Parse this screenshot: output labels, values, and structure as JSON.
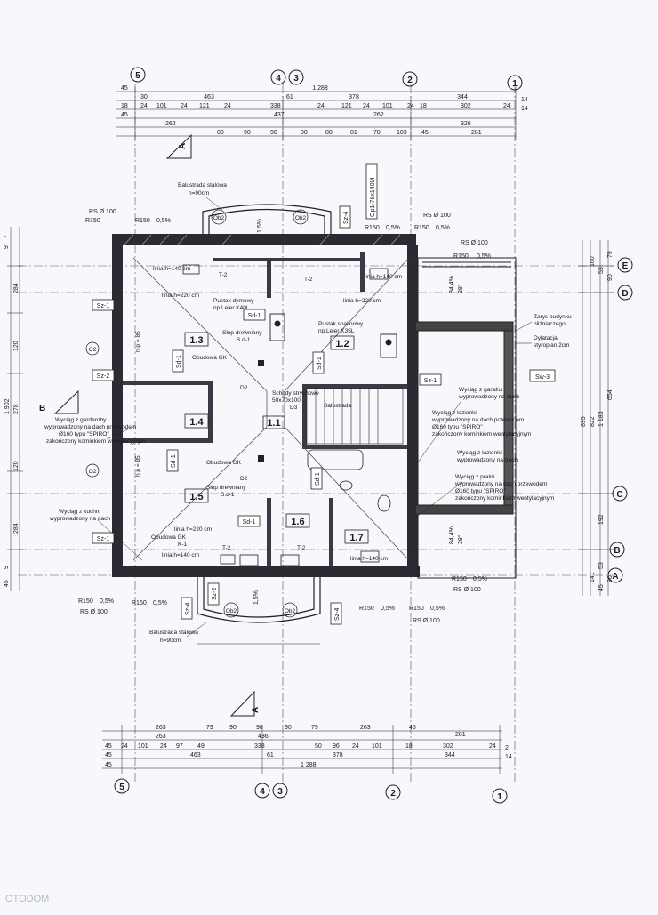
{
  "axes": {
    "vertical": [
      "5",
      "4",
      "3",
      "2",
      "1"
    ],
    "horizontal": [
      "E",
      "D",
      "C",
      "B",
      "A"
    ]
  },
  "top_dims": {
    "row1": [
      "45",
      "1 288",
      "14"
    ],
    "row2": [
      "30",
      "463",
      "61",
      "378",
      "344"
    ],
    "row3": [
      "18",
      "24",
      "101",
      "24",
      "121",
      "24",
      "338",
      "24",
      "121",
      "24",
      "101",
      "24",
      "18",
      "302",
      "24"
    ],
    "row4": [
      "45",
      "437",
      "262",
      "14"
    ],
    "row5": [
      "262",
      "326"
    ],
    "row6": [
      "80",
      "90",
      "98",
      "90",
      "80",
      "81",
      "78",
      "103",
      "45",
      "281"
    ]
  },
  "bottom_dims": {
    "row1": [
      "263",
      "79",
      "90",
      "98",
      "90",
      "79",
      "263",
      "45",
      "281"
    ],
    "row2": [
      "263",
      "436"
    ],
    "row3": [
      "45",
      "24",
      "101",
      "24",
      "97",
      "49",
      "338",
      "50",
      "96",
      "24",
      "101",
      "18",
      "302",
      "24"
    ],
    "row4": [
      "45",
      "463",
      "61",
      "378",
      "344",
      "2",
      "14"
    ],
    "row5": [
      "45",
      "1 288"
    ]
  },
  "left_dims": [
    "7",
    "9",
    "284",
    "120",
    "278",
    "1 902",
    "120",
    "284",
    "9",
    "45"
  ],
  "right_dims": [
    "160",
    "53",
    "90",
    "79",
    "654",
    "895",
    "822",
    "1 183",
    "192",
    "141",
    "53",
    "45",
    "90"
  ],
  "rooms": [
    "1.1",
    "1.2",
    "1.3",
    "1.4",
    "1.5",
    "1.6",
    "1.7"
  ],
  "section_marks": [
    "A",
    "A",
    "B"
  ],
  "symbols": [
    "Sz-1",
    "Sz-1",
    "Sz-1",
    "Sz-2",
    "Sz-2",
    "Sz-4",
    "Sz-4",
    "Sz-4",
    "Sd-1",
    "Sd-1",
    "Sd-1",
    "Sd-1",
    "Sd-1",
    "Sd-1",
    "Sw-3",
    "Ob2",
    "Ob2",
    "Ob2",
    "Ob2",
    "O2",
    "O2",
    "Op1-78x140M"
  ],
  "notes": {
    "balustrade_top": [
      "Balustrada stalowa",
      "h=90cm"
    ],
    "balustrade_bottom": [
      "Balustrada stalowa",
      "h=90cm"
    ],
    "pustak_dymowy": [
      "Pustak dymowy",
      "np.Leier K40L"
    ],
    "pustak_spalinowy": [
      "Pustak spalinowy",
      "np.Leier K35L"
    ],
    "slup_top": [
      "Słup drewniany",
      "S.d-1"
    ],
    "slup_bottom": [
      "Słup drewniany",
      "S.d-1"
    ],
    "obudowa_top": "Obudowa GK",
    "obudowa_mid": "Obudowa GK",
    "obudowa_bottom": "Obudowa GK",
    "schody": [
      "Schody strychowe",
      "50x70x100"
    ],
    "wyciag_garderoby": [
      "Wyciąg z garderoby",
      "wyprowadzony na dach przewodem",
      "Ø160 typu \"SPIRO\"",
      "zakończony kominkiem wentylacyjnym"
    ],
    "wyciag_kuchni": [
      "Wyciąg z kuchni",
      "wyprowadzony na dach"
    ],
    "wyciag_garazu": [
      "Wyciąg z garażu",
      "wyprowadzony na dach"
    ],
    "wyciag_lazienki": [
      "Wyciąg z łazienki",
      "wyprowadzony na dach przewodem",
      "Ø160 typu \"SPIRO\"",
      "zakończony kominkiem wentylacyjnym"
    ],
    "wyciag_lazienki2": [
      "Wyciąg z łazienki",
      "wyprowadzony na dach"
    ],
    "wyciag_pralni": [
      "Wyciąg z pralni",
      "wyprowadzony na dach przewodem",
      "Ø160 typu \"SPIRO\"",
      "zakończony kominkiem wentylacyjnym"
    ],
    "zarys": [
      "Zarys budynku",
      "bliźniaczego"
    ],
    "dylatacja": [
      "Dylatacja",
      "styropian 2cm"
    ],
    "balustrada_label": "Balustrada"
  },
  "drain_labels": {
    "r150": "R150",
    "slope": "0,5%",
    "rs": "RS Ø 100",
    "slope_large": "84,4%",
    "slope_deg": "38°",
    "slope_small": "1,5%"
  },
  "misc_labels": {
    "linia_220_top": "linia h=220 cm",
    "linia_140_top": "linia h=140 cm",
    "linia_220_bottom": "linia h=220 cm",
    "linia_140_bottom": "linia h=140 cm",
    "t2": "T-2",
    "k1": "K-1",
    "d2": "D2",
    "d3": "D3",
    "hpp": "h p = 85",
    "watermark": "OTODOM"
  },
  "colors": {
    "line": "#1a1a22",
    "wall_fill": "#2b2b33",
    "paper": "#f7f8fb",
    "axis": "#333340",
    "hatch": "#6d6f7a"
  }
}
